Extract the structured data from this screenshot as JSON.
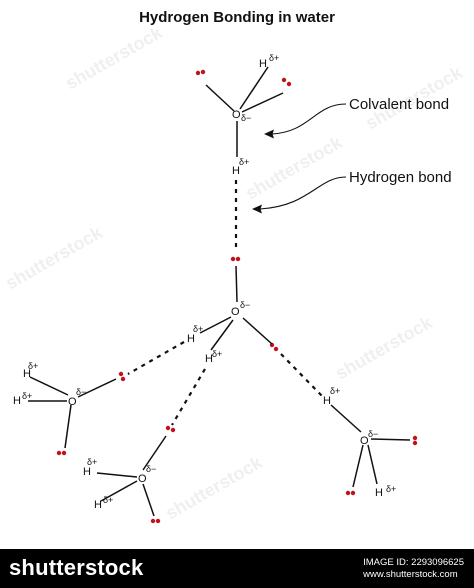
{
  "diagram": {
    "title": "Hydrogen Bonding in water",
    "callouts": {
      "covalent": "Colvalent bond",
      "hydrogen": "Hydrogen bond"
    },
    "atom_labels": {
      "oxygen": "O",
      "hydrogen": "H"
    },
    "charges": {
      "partial_positive": "δ+",
      "partial_negative": "δ−"
    },
    "colors": {
      "lone_pair": "#c0121c",
      "line": "#111111",
      "background": "#ffffff"
    }
  },
  "watermark": {
    "text": "shutterstock"
  },
  "footer": {
    "brand": "shutterstock",
    "image_id": "IMAGE ID: 2293096625",
    "site": "www.shutterstock.com"
  }
}
